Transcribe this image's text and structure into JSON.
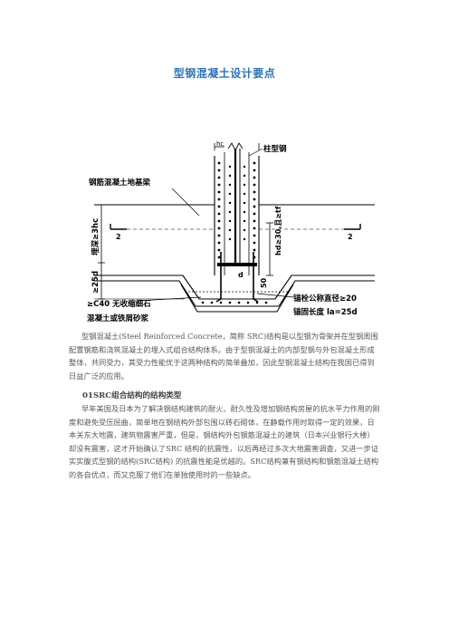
{
  "doc": {
    "title": "型钢混凝土设计要点",
    "para1": "型钢混凝土(Steel Reinforced Concrete，简称 SRC)结构是以型钢为骨架并在型钢周围配置钢筋和浇筑混凝土的埋入式组合结构体系。由于型钢混凝土的内部型钢与外包混凝土形成整体，共同受力，其受力性能优于这两种结构的简单叠加，因此型钢混凝土结构在我国已得到日益广泛的应用。",
    "heading1": "01SRC组合结构的结构类型",
    "para2": "早年美国及日本为了解决钢结构建筑的耐火、耐久性及增加钢结构房屋的抗水平力作用的刚度和避免受压屈曲，简单地在钢结构外部包围以砖石砌体，在静载作用时取得一定的效果，日本关东大地震，建筑物震害严重，但是，钢结构外包钢筋混凝土的建筑（日本兴业银行大楼）却没有震害，这才开始确认了SRC 结构的抗震性，以后再经过多次大地震害调查，又进一步证实实腹式型钢的结构(SRC结构) 的抗震性能是优越的。SRC结构兼有钢结构和钢筋混凝土结构的各自优点，而又克服了他们在单独使用时的一些缺点。"
  },
  "figure": {
    "label_hc": "hc",
    "label_column_steel": "柱型钢",
    "label_foundation_beam": "钢筋混凝土地基梁",
    "label_embed": "埋深≥3hc",
    "label_2_left": "2",
    "label_2_right": "2",
    "label_hd": "hd≥30,且≥tf",
    "label_25d": "≥25d",
    "label_d": "d",
    "label_50": "50",
    "label_c40": "≥C40 无收缩细石",
    "label_grout": "混凝土或铁屑砂浆",
    "label_bolt_dia": "锚栓公称直径≥20",
    "label_anchor_len": "锚固长度 la=25d"
  }
}
